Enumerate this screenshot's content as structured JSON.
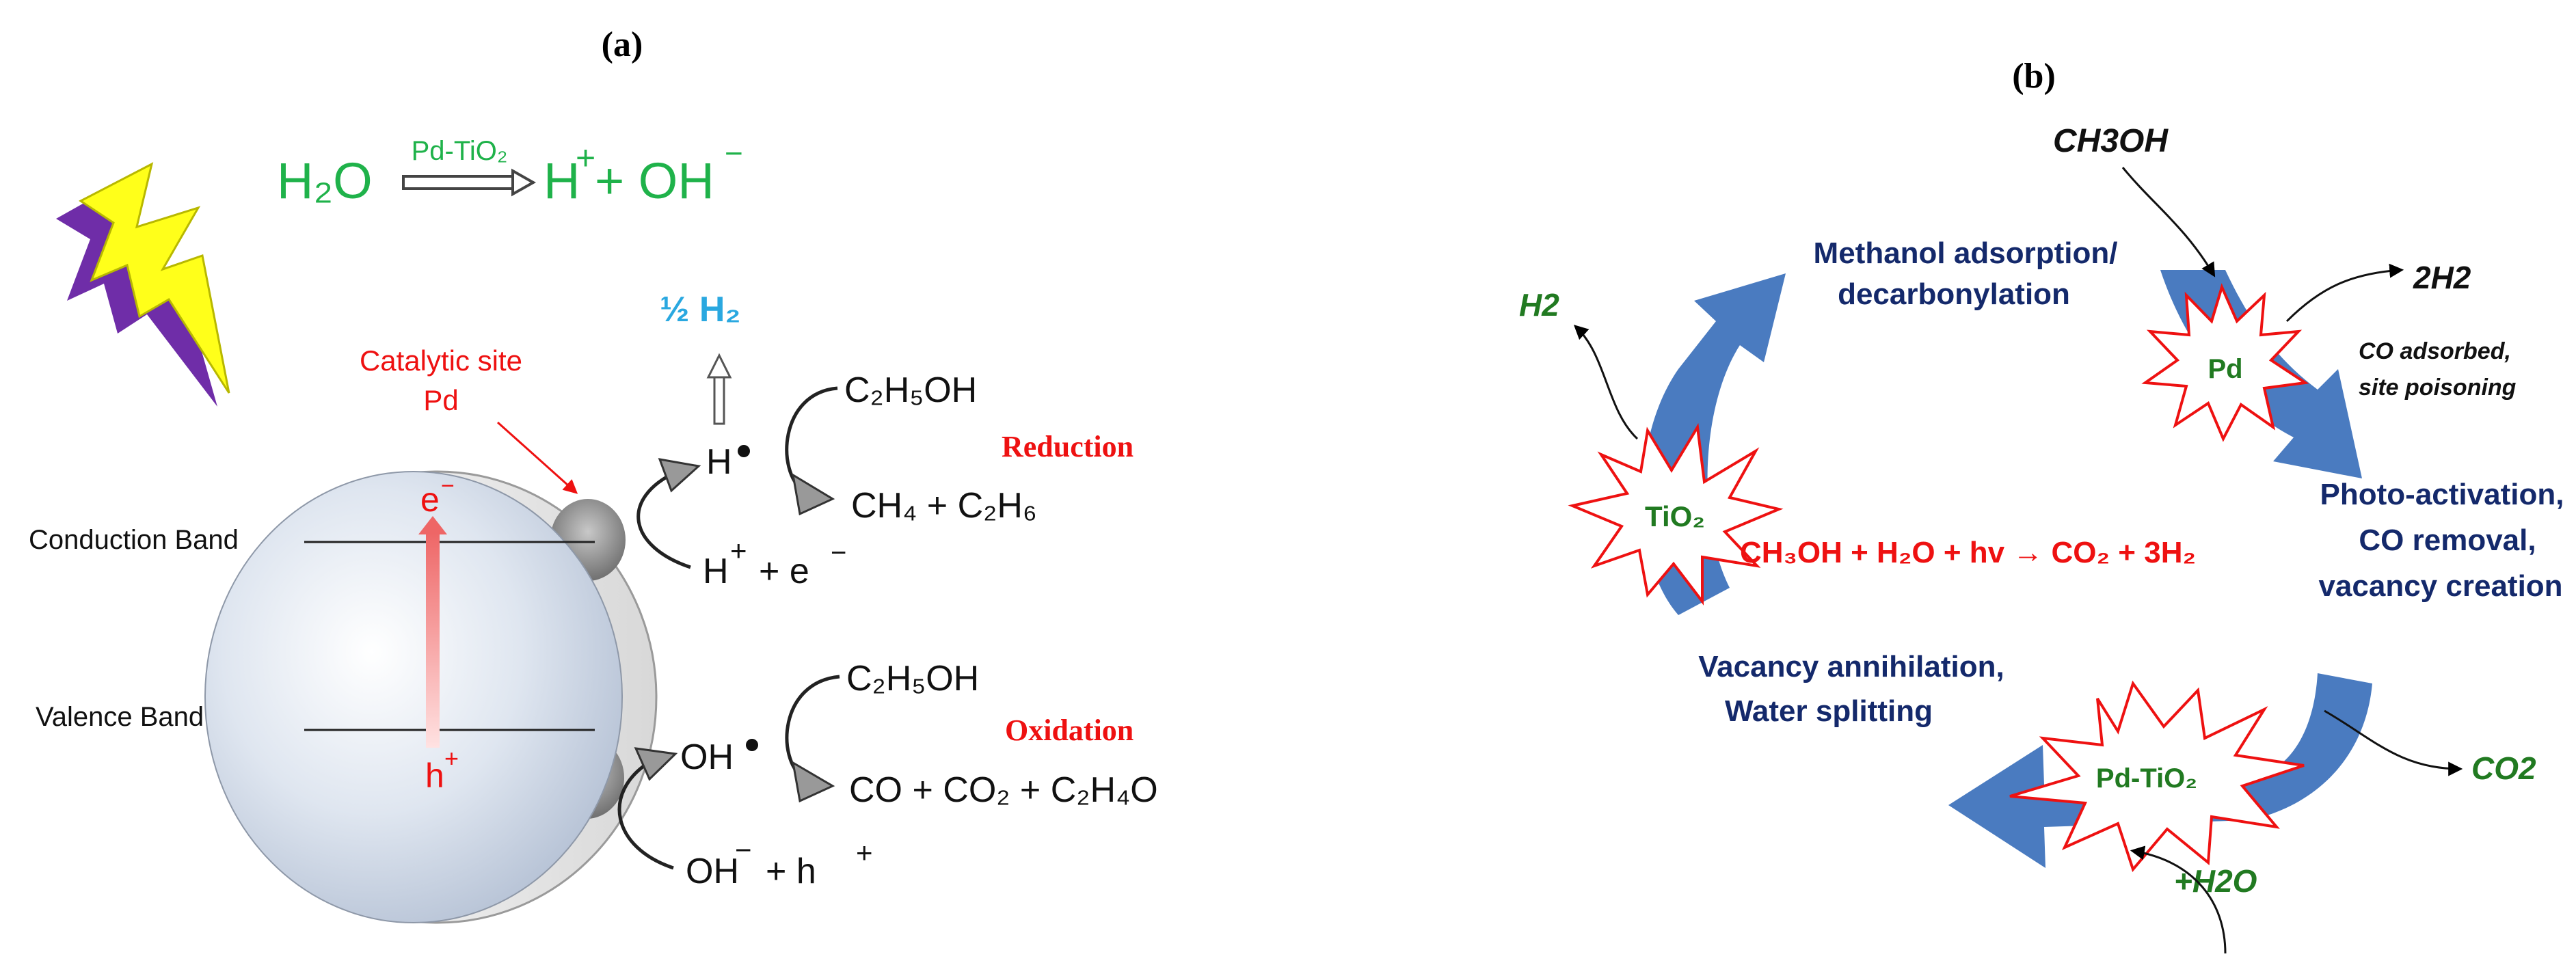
{
  "panel_a": {
    "label": "(a)",
    "equation": {
      "reactant": "H₂O",
      "catalyst": "Pd-TiO₂",
      "product_h": "H",
      "product_h_sup": "+",
      "product_rest": "+ OH",
      "product_oh_sup": "−"
    },
    "half_h2": "½ H₂",
    "catalytic_site": "Catalytic site",
    "catalytic_site_pd": "Pd",
    "conduction_band": "Conduction Band",
    "valence_band": "Valence Band",
    "electron": "e",
    "electron_sup": "−",
    "hole": "h",
    "hole_sup": "+",
    "h_radical": "H",
    "h_plus": "H",
    "h_plus_sup": "+",
    "h_plus_rest": "+ e",
    "h_plus_rest_sup": "−",
    "ethanol_top": "C₂H₅OH",
    "reduction_products": "CH₄ + C₂H₆",
    "reduction": "Reduction",
    "oh_radical": "OH",
    "oh_minus": "OH",
    "oh_minus_sup": "−",
    "oh_minus_rest": "+  h",
    "oh_minus_rest_sup": "+",
    "ethanol_bottom": "C₂H₅OH",
    "oxidation_products": "CO + CO₂ + C₂H₄O",
    "oxidation": "Oxidation"
  },
  "panel_b": {
    "label": "(b)",
    "ch3oh_in": "CH3OH",
    "h2_out_left": "H2",
    "h2_out_right": "2H2",
    "co2_out": "CO2",
    "h2o_in": "+H2O",
    "tio2": "TiO₂",
    "pd": "Pd",
    "pd_tio2": "Pd-TiO₂",
    "methanol_adsorption_1": "Methanol adsorption/",
    "methanol_adsorption_2": "decarbonylation",
    "co_adsorbed_1": "CO adsorbed,",
    "co_adsorbed_2": "site poisoning",
    "photo_activation_1": "Photo-activation,",
    "photo_activation_2": "CO removal,",
    "photo_activation_3": "vacancy creation",
    "vacancy_1": "Vacancy annihilation,",
    "vacancy_2": "Water splitting",
    "overall_reaction": "CH₃OH + H₂O + hv → CO₂ + 3H₂"
  },
  "colors": {
    "green": "#1fb24a",
    "dark_green": "#217a21",
    "red": "#ee1111",
    "navy": "#14296b",
    "blue_arrow": "#4a7bc0",
    "sky": "#2aa8e0"
  }
}
